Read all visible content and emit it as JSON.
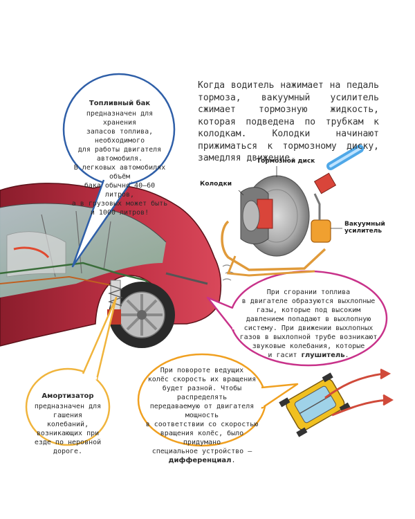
{
  "intro_text": "Когда водитель нажимает на педаль тормоза, вакуумный усилитель сжимает тормозную жидкость, которая подведена по трубкам к колодкам. Колодки начинают прижиматься к тормозному диску, замедляя движение.",
  "labels": {
    "brake_disc": "Тормозной диск",
    "pads": "Колодки",
    "vacuum_booster": "Вакуумный\nусилитель"
  },
  "bubbles": {
    "fuel_tank": {
      "title": "Топливный бак",
      "body": "предназначен для хранения\nзапасов топлива, необходимого\nдля работы двигателя автомобиля.\nВ легковых автомобилях объём\nбака обычно 40–60 литров,\nа в грузовых может быть\nи 1000 литров!"
    },
    "exhaust": {
      "body": "При сгорании топлива\nв двигателе образуются выхлопные\nгазы, которые под высоким\nдавлением попадают в выхлопную\nсистему. При движении выхлопных\nгазов в выхлопной трубе возникают\nзвуковые колебания, которые\nи гасит",
      "bold": "глушитель",
      "tail": "."
    },
    "shock_absorber": {
      "title": "Амортизатор",
      "body": "предназначен для\nгашения колебаний,\nвозникающих при\nезде по неровной\nдороге."
    },
    "differential": {
      "body": "При повороте ведущих\nколёс скорость их вращения\nбудет разной. Чтобы распределять\nпередаваемую от двигателя мощность\nв соответствии со скоростью\nвращения колёс, было придумано\nспециальное устройство —",
      "bold": "дифференциал",
      "tail": "."
    }
  },
  "colors": {
    "car_body": "#b8283a",
    "fuel_bubble_border": "#2f5fa8",
    "exhaust_bubble_border": "#c8328a",
    "shock_bubble_border": "#f0b43c",
    "differential_bubble_border": "#f0a020",
    "booster": "#f0a030",
    "small_car": "#f0c020",
    "arrow": "#d04a3a"
  }
}
